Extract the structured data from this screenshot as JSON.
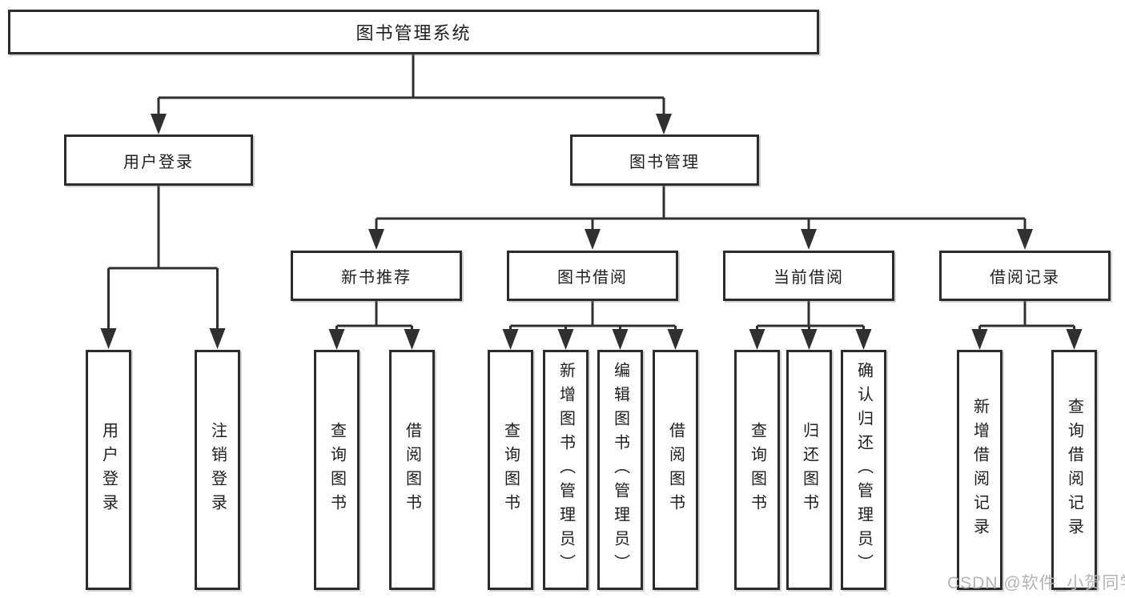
{
  "colors": {
    "line": "#303030",
    "box_border": "#2c2c2c",
    "text": "#1e1e1e",
    "watermark": "#b4b4b4",
    "background": "#ffffff"
  },
  "watermark": {
    "text": "CSDN @软件_小贺同学"
  },
  "tree": {
    "label": "图书管理系统",
    "children": [
      {
        "label": "用户登录",
        "children": [
          {
            "label": "用户登录"
          },
          {
            "label": "注销登录"
          }
        ]
      },
      {
        "label": "图书管理",
        "children": [
          {
            "label": "新书推荐",
            "children": [
              {
                "label": "查询图书"
              },
              {
                "label": "借阅图书"
              }
            ]
          },
          {
            "label": "图书借阅",
            "children": [
              {
                "label": "查询图书"
              },
              {
                "label": "新增图书（管理员）"
              },
              {
                "label": "编辑图书（管理员）"
              },
              {
                "label": "借阅图书"
              }
            ]
          },
          {
            "label": "当前借阅",
            "children": [
              {
                "label": "查询图书"
              },
              {
                "label": "归还图书"
              },
              {
                "label": "确认归还（管理员）"
              }
            ]
          },
          {
            "label": "借阅记录",
            "children": [
              {
                "label": "新增借阅记录"
              },
              {
                "label": "查询借阅记录"
              }
            ]
          }
        ]
      }
    ]
  }
}
